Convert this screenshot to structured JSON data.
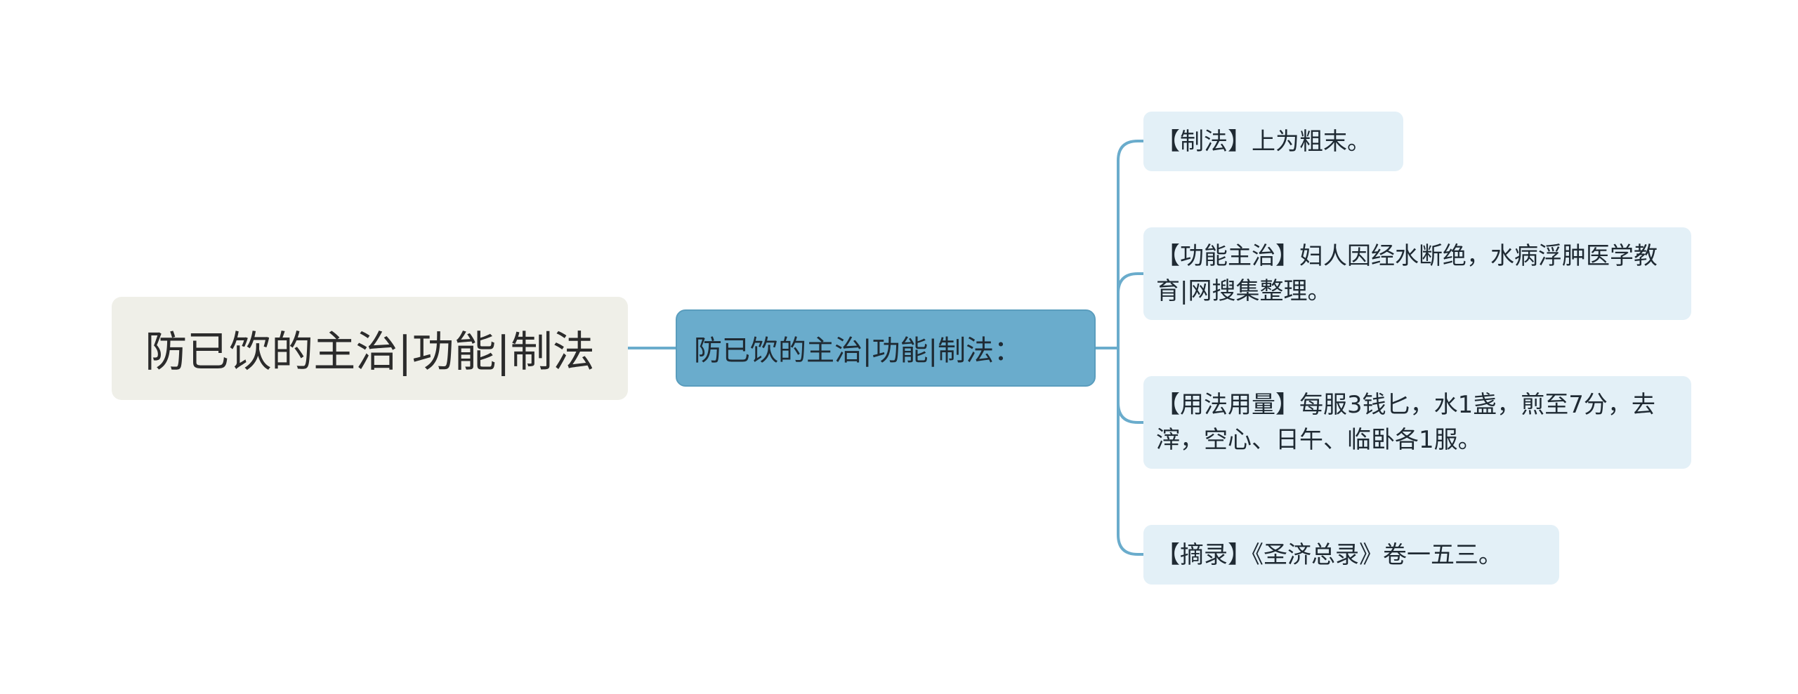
{
  "root": {
    "label": "防已饮的主治|功能|制法"
  },
  "branch": {
    "label": "防已饮的主治|功能|制法："
  },
  "leaves": [
    {
      "label": "【制法】上为粗末。"
    },
    {
      "label": "【功能主治】妇人因经水断绝，水病浮肿医学教育|网搜集整理。"
    },
    {
      "label": "【用法用量】每服3钱匕，水1盏，煎至7分，去滓，空心、日午、临卧各1服。"
    },
    {
      "label": "【摘录】《圣济总录》卷一五三。"
    }
  ],
  "colors": {
    "root_bg": "#efefe8",
    "branch_bg": "#6aaccc",
    "leaf_bg": "#e3f0f7",
    "connector": "#6aaccc"
  }
}
